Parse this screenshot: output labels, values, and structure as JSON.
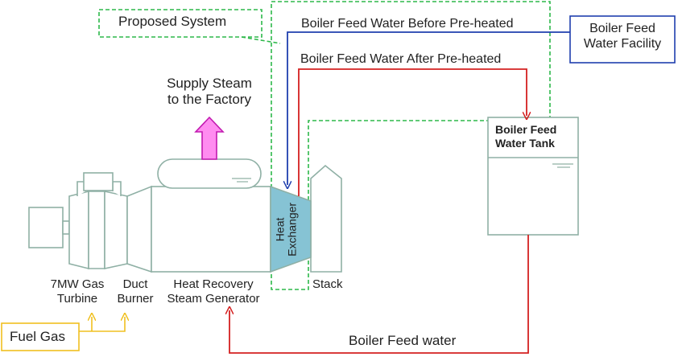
{
  "labels": {
    "proposed_system": "Proposed System",
    "boiler_feed_water_facility_line1": "Boiler Feed",
    "boiler_feed_water_facility_line2": "Water Facility",
    "before_preheated": "Boiler Feed Water Before Pre-heated",
    "after_preheated": "Boiler Feed Water After Pre-heated",
    "supply_steam_line1": "Supply Steam",
    "supply_steam_line2": "to the Factory",
    "tank_line1": "Boiler Feed",
    "tank_line2": "Water Tank",
    "heat_exchanger_line1": "Heat",
    "heat_exchanger_line2": "Exchanger",
    "gas_turbine_line1": "7MW Gas",
    "gas_turbine_line2": "Turbine",
    "duct_burner_line1": "Duct",
    "duct_burner_line2": "Burner",
    "hrsg_line1": "Heat Recovery",
    "hrsg_line2": "Steam Generator",
    "stack": "Stack",
    "fuel_gas": "Fuel Gas",
    "boiler_feed_water": "Boiler Feed water"
  },
  "colors": {
    "equipment": "#8fb0a5",
    "proposed_border": "#2db84a",
    "facility_border": "#1f3fae",
    "cold_water": "#1f3fae",
    "hot_water": "#d42020",
    "steam_arrow_fill": "#ff8cf0",
    "steam_arrow_stroke": "#c21ab0",
    "heat_exchanger": "#86c3d4",
    "fuel_gas": "#f0c020"
  }
}
